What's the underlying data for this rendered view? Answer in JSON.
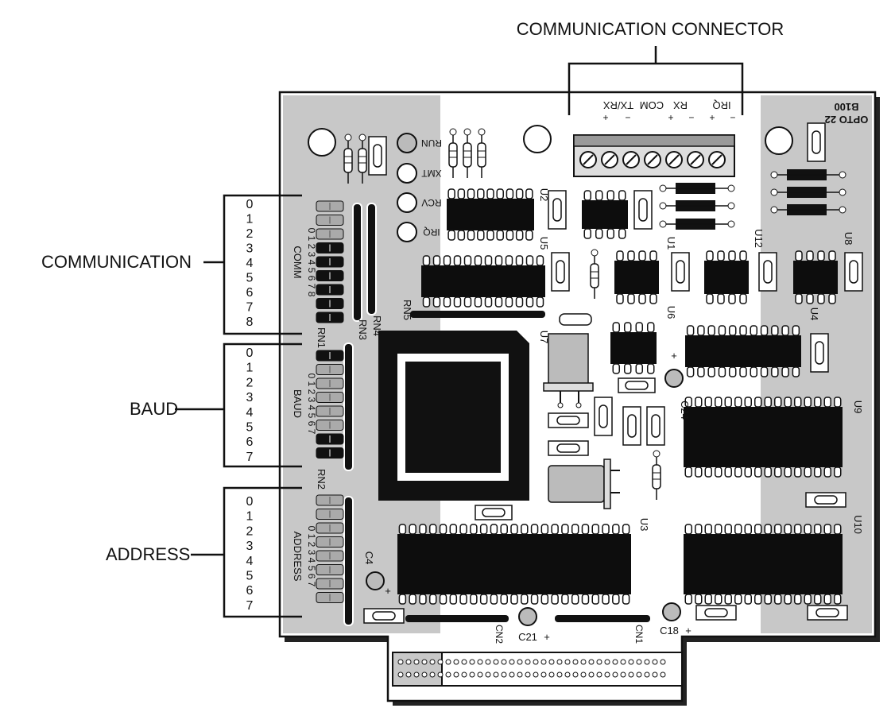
{
  "callouts": {
    "communication_connector": "COMMUNICATION CONNECTOR",
    "communication": "COMMUNICATION",
    "baud": "BAUD",
    "address": "ADDRESS"
  },
  "board_marks": {
    "brand": "OPTO 22",
    "model": "B100"
  },
  "connector_terminals": [
    "TX/RX",
    "COM",
    "RX",
    "IRQ"
  ],
  "connector_polarity": [
    "+",
    "−",
    "+",
    "−",
    "+",
    "−"
  ],
  "leds": [
    "RUN",
    "XMT",
    "RCV",
    "IRQ"
  ],
  "jumper_banks": {
    "comm": {
      "title": "COMM",
      "scale": [
        "0",
        "1",
        "2",
        "3",
        "4",
        "5",
        "6",
        "7",
        "8"
      ],
      "bank": "0 1 2 3 4 5 6 7 8"
    },
    "baud": {
      "title": "BAUD",
      "scale": [
        "0",
        "1",
        "2",
        "3",
        "4",
        "5",
        "6",
        "7"
      ],
      "bank": "0 1 2 3 4 5 6 7"
    },
    "address": {
      "title": "ADDRESS",
      "scale": [
        "0",
        "1",
        "2",
        "3",
        "4",
        "5",
        "6",
        "7"
      ],
      "bank": "0 1 2 3 4 5 6 7"
    }
  },
  "component_labels": {
    "u1": "U1",
    "u2": "U2",
    "u3": "U3",
    "u4": "U4",
    "u5": "U5",
    "u6": "U6",
    "u7": "U7",
    "u8": "U8",
    "u9": "U9",
    "u10": "U10",
    "u12": "U12",
    "rn1": "RN1",
    "rn2": "RN2",
    "rn3": "RN3",
    "rn4": "RN4",
    "rn5": "RN5",
    "c4": "C4",
    "c18": "C18",
    "c21": "C21",
    "c24": "C24",
    "cn1": "CN1",
    "cn2": "CN2"
  },
  "plus_sign": "+",
  "colors": {
    "board_shade": "#c8c8c8",
    "chip": "#0d0d0d",
    "ink": "#111111"
  }
}
